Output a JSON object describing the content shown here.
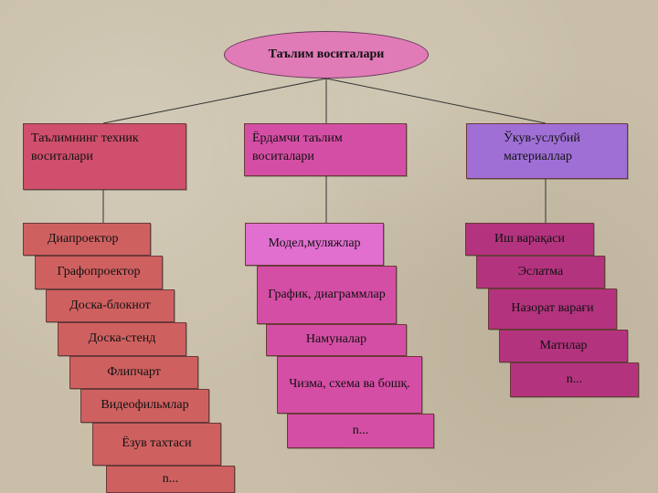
{
  "root": {
    "title": "Таълим воситалари"
  },
  "categories": [
    {
      "title": "Таълимнинг техник воситалари",
      "items": [
        "Диапроектор",
        "Графопроектор",
        "Доска-блокнот",
        "Доска-стенд",
        "Флипчарт",
        "Видеофильмлар",
        "Ёзув тахтаси",
        "n..."
      ]
    },
    {
      "title": "Ёрдамчи таълим воситалари",
      "items": [
        "Модел,муляжлар",
        "График, диаграммлар",
        "Намуналар",
        "Чизма, схема ва бошқ.",
        "n..."
      ]
    },
    {
      "title": "Ўкув-услубий материаллар",
      "items": [
        "Иш варақаси",
        "Эслатма",
        "Назорат варағи",
        "Матнлар",
        "n..."
      ]
    }
  ],
  "colors": {
    "oval": "#e07bb7",
    "technical": "#cf6060",
    "auxiliary": "#d54ea5",
    "methodical_head": "#9f6fd6",
    "methodical_items": "#b4337f"
  }
}
